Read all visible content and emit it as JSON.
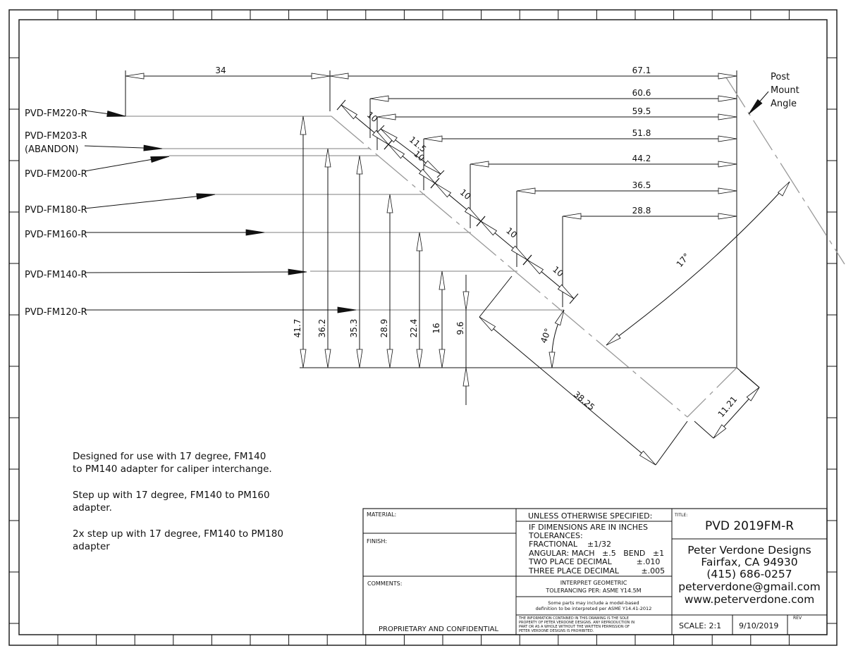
{
  "drawing": {
    "parts": [
      {
        "label": "PVD-FM220-R"
      },
      {
        "label": "PVD-FM203-R",
        "sub": "(ABANDON)"
      },
      {
        "label": "PVD-FM200-R"
      },
      {
        "label": "PVD-FM180-R"
      },
      {
        "label": "PVD-FM160-R"
      },
      {
        "label": "PVD-FM140-R"
      },
      {
        "label": "PVD-FM120-R"
      }
    ],
    "horizontal_dims": [
      "34",
      "67.1",
      "60.6",
      "59.5",
      "51.8",
      "44.2",
      "36.5",
      "28.8"
    ],
    "vertical_dims": [
      "41.7",
      "36.2",
      "35.3",
      "28.9",
      "22.4",
      "16",
      "9.6"
    ],
    "diagonal_dims": [
      "10",
      "11.5",
      "10",
      "10",
      "10",
      "10"
    ],
    "angle_40": "40°",
    "angle_17": "17°",
    "length_38_25": "38.25",
    "length_11_21": "11.21",
    "post_mount": [
      "Post",
      "Mount",
      "Angle"
    ]
  },
  "notes": [
    "Designed for use with 17 degree, FM140",
    "to PM140 adapter for caliper interchange.",
    "Step up with 17 degree, FM140 to PM160",
    "adapter.",
    "2x step up with 17 degree, FM140 to PM180",
    "adapter"
  ],
  "title_block": {
    "material_label": "MATERIAL:",
    "finish_label": "FINISH:",
    "comments_label": "COMMENTS:",
    "proprietary": "PROPRIETARY AND CONFIDENTIAL",
    "unless": "UNLESS OTHERWISE SPECIFIED:",
    "tolerances": [
      "IF DIMENSIONS ARE IN INCHES",
      "TOLERANCES:",
      "FRACTIONAL    ±1/32",
      "ANGULAR: MACH   ±.5   BEND   ±1",
      "TWO PLACE DECIMAL          ±.010",
      "THREE PLACE DECIMAL         ±.005"
    ],
    "interpret": [
      "INTERPRET GEOMETRIC",
      "TOLERANCING PER: ASME Y14.5M"
    ],
    "model_based": [
      "Some parts may include a model-based",
      "definition to be interpreted per ASME Y14.41-2012"
    ],
    "info": [
      "THE INFORMATION CONTAINED IN THIS DRAWING IS THE SOLE",
      "PROPERTY OF PETER VERDONE DESIGNS.  ANY  REPRODUCTION IN",
      "PART OR AS A WHOLE WITHOUT THE WRITTEN PERMISSION OF",
      "PETER VERDONE DESIGNS IS PROHIBITED."
    ],
    "title_label": "TITLE:",
    "title": "PVD 2019FM-R",
    "company": [
      "Peter Verdone Designs",
      "Fairfax, CA 94930",
      "(415) 686-0257",
      "peterverdone@gmail.com",
      "www.peterverdone.com"
    ],
    "scale": "SCALE: 2:1",
    "date": "9/10/2019",
    "rev_label": "REV"
  }
}
